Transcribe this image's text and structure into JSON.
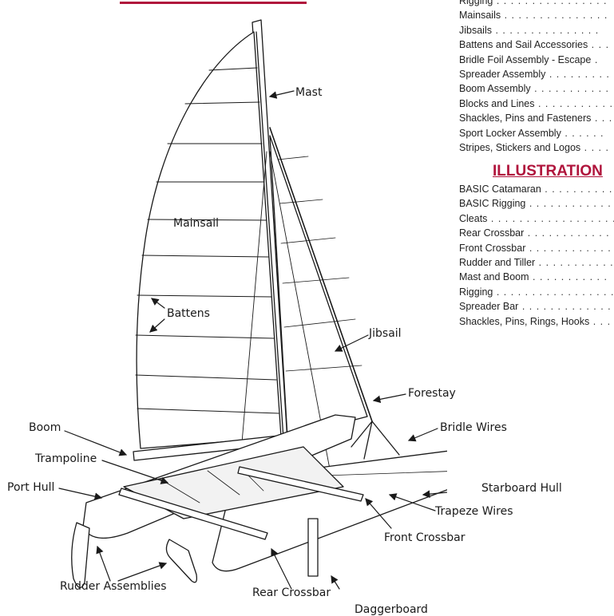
{
  "diagram": {
    "labels": {
      "mast": "Mast",
      "mainsail": "Mainsail",
      "battens": "Battens",
      "jibsail": "Jibsail",
      "forestay": "Forestay",
      "bridle_wires": "Bridle Wires",
      "boom": "Boom",
      "trampoline": "Trampoline",
      "port_hull": "Port Hull",
      "starboard_hull": "Starboard Hull",
      "trapeze_wires": "Trapeze Wires",
      "front_crossbar": "Front Crossbar",
      "rudder_assemblies": "Rudder Assemblies",
      "rear_crossbar": "Rear Crossbar",
      "daggerboard": "Daggerboard"
    }
  },
  "parts_list": {
    "items": [
      {
        "label": "Rigging",
        "dots": " . . . . . . . . . . . . . . . ."
      },
      {
        "label": "Mainsails",
        "dots": " . . . . . . . . . . . . . . ."
      },
      {
        "label": "Jibsails",
        "dots": "  . . . . . . . . . . . . . . ."
      },
      {
        "label": "Battens and Sail Accessories",
        "dots": " . . ."
      },
      {
        "label": "Bridle Foil Assembly - Escape",
        "dots": "  ."
      },
      {
        "label": "Spreader Assembly",
        "dots": " . . . . . . . . ."
      },
      {
        "label": "Boom Assembly",
        "dots": "  . . . . . . . . . . ."
      },
      {
        "label": "Blocks and Lines",
        "dots": " . . . . . . . . . . ."
      },
      {
        "label": "Shackles, Pins and Fasteners",
        "dots": " . . ."
      },
      {
        "label": "Sport Locker Assembly",
        "dots": " . . . . . ."
      },
      {
        "label": "Stripes, Stickers and Logos",
        "dots": " . . . ."
      }
    ]
  },
  "illustrations": {
    "heading": "ILLUSTRATION",
    "items": [
      {
        "label": "BASIC Catamaran",
        "dots": "  . . . . . . . . . ."
      },
      {
        "label": "BASIC Rigging",
        "dots": "  . . . . . . . . . . . ."
      },
      {
        "label": "Cleats",
        "dots": " . . . . . . . . . . . . . . . . . ."
      },
      {
        "label": "Rear Crossbar",
        "dots": "  . . . . . . . . . . . ."
      },
      {
        "label": "Front Crossbar",
        "dots": "  . . . . . . . . . . . ."
      },
      {
        "label": "Rudder and Tiller",
        "dots": "  . . . . . . . . . . ."
      },
      {
        "label": "Mast and Boom",
        "dots": "   . . . . . . . . . . ."
      },
      {
        "label": "Rigging",
        "dots": " . . . . . . . . . . . . . . . . . ."
      },
      {
        "label": "Spreader Bar",
        "dots": " . . . . . . . . . . . . . ."
      },
      {
        "label": "Shackles, Pins, Rings, Hooks",
        "dots": " . . ."
      }
    ]
  },
  "colors": {
    "accent": "#b0143c",
    "ink": "#1a1a1a"
  }
}
